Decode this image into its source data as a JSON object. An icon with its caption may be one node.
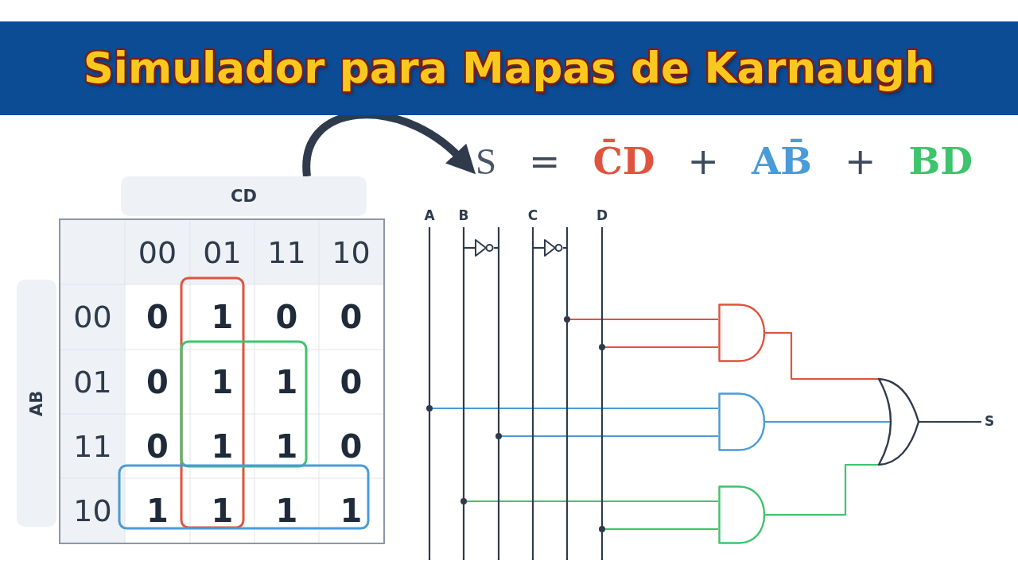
{
  "diagram": {
    "title": "Simulador para Mapas de Karnaugh",
    "nodes": [
      {
        "text": [
          "CD"
        ]
      },
      {
        "text": [
          "AB"
        ]
      },
      {
        "text": [
          "S = C̄D + AB̄ + BD"
        ]
      },
      {
        "text": [
          "A"
        ]
      },
      {
        "text": [
          "B"
        ]
      },
      {
        "text": [],
        "shape": "triangle"
      },
      {
        "text": [],
        "shape": "bar"
      },
      {
        "text": [
          "C"
        ]
      },
      {
        "text": [],
        "shape": "triangle"
      },
      {
        "text": [],
        "shape": "bar"
      },
      {
        "text": [
          "D"
        ]
      },
      {
        "text": [],
        "shape": "gate"
      },
      {
        "text": [],
        "shape": "gate"
      },
      {
        "text": [],
        "shape": "gate"
      },
      {
        "text": [],
        "shape": "gate"
      },
      {
        "text": [
          "S"
        ]
      }
    ],
    "edges": [
      {
        "from": 0,
        "to": 2,
        "arrow": "to",
        "style": "thick"
      },
      {
        "from": 4,
        "to": 5,
        "arrow": "none"
      },
      {
        "from": 5,
        "to": 6,
        "arrow": "none"
      },
      {
        "from": 7,
        "to": 8,
        "arrow": "none"
      },
      {
        "from": 8,
        "to": 9,
        "arrow": "none"
      },
      {
        "from": 9,
        "to": 11,
        "arrow": "none",
        "color": "#e0533f"
      },
      {
        "from": 10,
        "to": 11,
        "arrow": "none",
        "color": "#e0533f"
      },
      {
        "from": 3,
        "to": 12,
        "arrow": "none",
        "color": "#4a9bd8"
      },
      {
        "from": 6,
        "to": 12,
        "arrow": "none",
        "color": "#4a9bd8"
      },
      {
        "from": 4,
        "to": 13,
        "arrow": "none",
        "color": "#3dc46c"
      },
      {
        "from": 10,
        "to": 13,
        "arrow": "none",
        "color": "#3dc46c"
      },
      {
        "from": 11,
        "to": 14,
        "arrow": "none",
        "color": "#e0533f"
      },
      {
        "from": 12,
        "to": 14,
        "arrow": "none",
        "color": "#4a9bd8"
      },
      {
        "from": 13,
        "to": 14,
        "arrow": "none",
        "color": "#3dc46c"
      },
      {
        "from": 14,
        "to": 15,
        "arrow": "none"
      }
    ],
    "labels": [
      "00",
      "01",
      "11",
      "10",
      "00",
      "0",
      "1",
      "0",
      "0",
      "01",
      "0",
      "1",
      "1",
      "0",
      "11",
      "0",
      "1",
      "1",
      "0",
      "10",
      "1",
      "1",
      "1",
      "1"
    ]
  }
}
